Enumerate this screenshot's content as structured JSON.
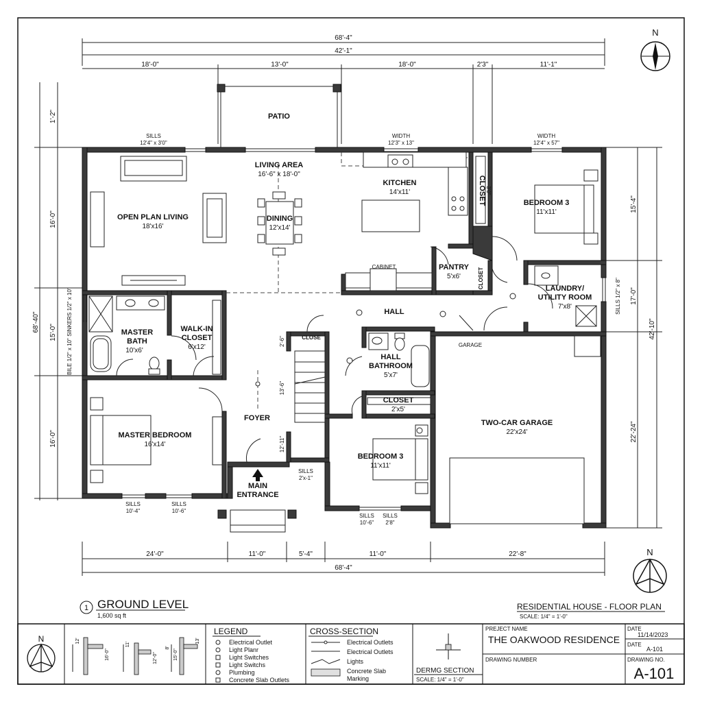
{
  "top_dimensions": {
    "overall": "68'-4\"",
    "inner": "42'-1\"",
    "segments": [
      "18'-0\"",
      "13'-0\"",
      "18'-0\"",
      "2'3\"",
      "11'-1\""
    ]
  },
  "bottom_dimensions": {
    "segments": [
      "24'-0\"",
      "11'-0\"",
      "5'-4\"",
      "11'-0\"",
      "22'-8\""
    ],
    "overall": "68'-4\""
  },
  "left_dimensions": {
    "outer": "68'-40\"",
    "segments": [
      "1'-2\"",
      "16'-0\"",
      "15'-0\"",
      "16'-0\""
    ],
    "side_notes": [
      "SINKERS 1/2\" x 10\"",
      "BILE 1/2\" x 10\""
    ]
  },
  "right_dimensions": {
    "outer": "42'-10\"",
    "segments": [
      "15'-4\"",
      "17'-0\"",
      "22'-24\""
    ],
    "side_note": "SILLS 1/2\" x 8\""
  },
  "window_notes": [
    {
      "title": "SILLS",
      "value": "12'4\" x 3'0\""
    },
    {
      "title": "WIDTH",
      "value": "12'3\" x 13\""
    },
    {
      "title": "WIDTH",
      "value": "12'4\" x 57\""
    },
    {
      "title": "SILLS",
      "value": "10'-4\""
    },
    {
      "title": "SILLS",
      "value": "10'-6\""
    },
    {
      "title": "SILLS",
      "value": "10'-6\""
    },
    {
      "title": "SILLS",
      "value": "2'8\""
    },
    {
      "title": "SILLS",
      "value": "2'x-1\""
    }
  ],
  "rooms": {
    "patio": "PATIO",
    "living_area": {
      "name": "LIVING AREA",
      "size": "16'-6\" x 18'-0\""
    },
    "open_plan": {
      "name": "OPEN PLAN LIVING",
      "size": "18'x16'"
    },
    "dining": {
      "name": "DINING",
      "size": "12'x14'"
    },
    "kitchen": {
      "name": "KITCHEN",
      "size": "14'x11'"
    },
    "closet_vertical": "CLOSET",
    "closet_vertical_size": "3'0\"",
    "bedroom3_top": {
      "name": "BEDROOM 3",
      "size": "11'x11'"
    },
    "pantry": {
      "name": "PANTRY",
      "size": "5'x6'"
    },
    "closet_small": "CLOSET",
    "cabinet": "CABINET",
    "laundry": {
      "name": "LAUNDRY/",
      "name2": "UTILITY ROOM",
      "size": "7'x8'"
    },
    "hall": "HALL",
    "master_bath": {
      "name": "MASTER",
      "name2": "BATH",
      "size": "10'x6'"
    },
    "walkin": {
      "name": "WALK-IN",
      "name2": "CLOSET",
      "size": "6'x12'"
    },
    "close_label": "CLOSE",
    "stair_dims": [
      "2'-6\"",
      "13'-6\"",
      "12'-11\""
    ],
    "hall_bath": {
      "name": "HALL",
      "name2": "BATHROOM",
      "size": "5'x7'"
    },
    "garage_door": "GARAGE",
    "closet_hall": {
      "name": "CLOSET",
      "size": "2'x5'"
    },
    "master_bedroom": {
      "name": "MASTER BEDROOM",
      "size": "16'x14'"
    },
    "foyer": "FOYER",
    "main_entrance": {
      "name": "MAIN",
      "name2": "ENTRANCE"
    },
    "bedroom3_bottom": {
      "name": "BEDROOM 3",
      "size": "11'x11'"
    },
    "garage": {
      "name": "TWO-CAR GARAGE",
      "size": "22'x24'"
    }
  },
  "north_label": "N",
  "ground_level": {
    "number": "1",
    "title": "GROUND LEVEL",
    "area": "1,600 sq ft"
  },
  "plan_title": {
    "title": "RESIDENTIAL HOUSE - FLOOR PLAN",
    "scale": "SCALE: 1/4\" = 1'-0\""
  },
  "legend": {
    "title": "LEGEND",
    "items": [
      "Electrical Outlet",
      "Light Planr",
      "Light Switches",
      "Light Switchs",
      "Plumbing",
      "Concrete Slab Outlets"
    ]
  },
  "cross_section": {
    "title": "CROSS-SECTION",
    "items": [
      "Electrical Outlets",
      "Electrical Outlets",
      "Lights",
      "Concrete Slab",
      "Marking"
    ]
  },
  "detail": {
    "title": "DERMG SECTION",
    "scale": "SCALE: 1/4\" = 1'-0\""
  },
  "title_block": {
    "project_label": "PREJECT NAME",
    "project_name": "THE OAKWOOD RESIDENCE",
    "drawing_number_label": "DRAWING NUMBER",
    "date_label": "DATE",
    "date_value": "11/14/2023",
    "date_label2": "DATE",
    "sheet_small": "A-101",
    "drawing_no_label": "DRAWING NO.",
    "drawing_no": "A-101"
  },
  "section_marks": [
    "12'",
    "16'-0\"",
    "11'",
    "12'-0\"",
    "8'",
    "15'-0\"",
    "13'"
  ]
}
